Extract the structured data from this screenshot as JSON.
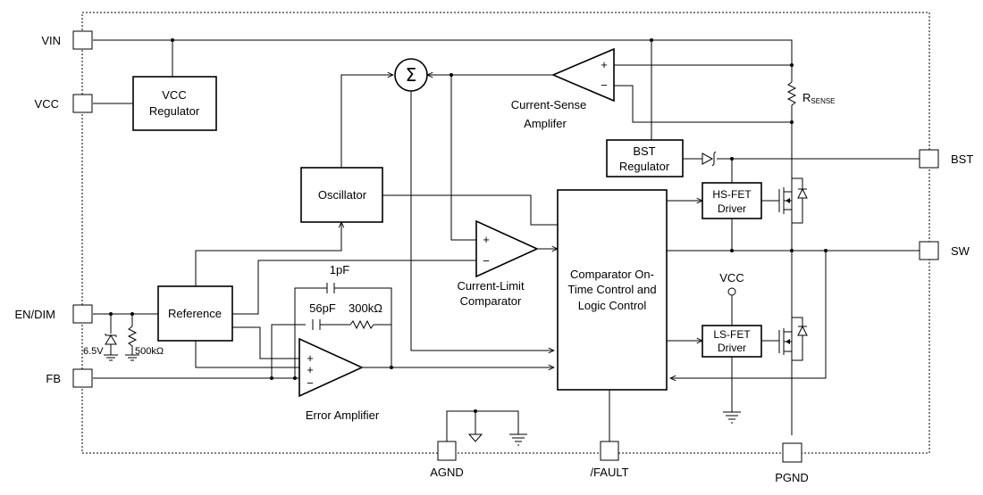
{
  "pins": {
    "vin": "VIN",
    "vcc": "VCC",
    "en_dim": "EN/DIM",
    "fb": "FB",
    "agnd": "AGND",
    "fault": "/FAULT",
    "pgnd": "PGND",
    "bst": "BST",
    "sw": "SW"
  },
  "blocks": {
    "vcc_regulator": [
      "VCC",
      "Regulator"
    ],
    "oscillator": "Oscillator",
    "reference": "Reference",
    "bst_regulator": [
      "BST",
      "Regulator"
    ],
    "hs_fet_driver": [
      "HS-FET",
      "Driver"
    ],
    "ls_fet_driver": [
      "LS-FET",
      "Driver"
    ],
    "comparator_logic": [
      "Comparator On-",
      "Time Control and",
      "Logic Control"
    ]
  },
  "amplifiers": {
    "current_sense": [
      "Current-Sense",
      "Amplifer"
    ],
    "current_limit": [
      "Current-Limit",
      "Comparator"
    ],
    "error": "Error Amplifier"
  },
  "components": {
    "rsense_main": "R",
    "rsense_sub": "SENSE",
    "cap_1pf": "1pF",
    "cap_56pf": "56pF",
    "res_300k": "300kΩ",
    "zener": "6.5V",
    "res_500k": "500kΩ",
    "vcc_node": "VCC"
  },
  "symbols": {
    "plus": "+",
    "minus": "−",
    "sigma": "Σ"
  }
}
